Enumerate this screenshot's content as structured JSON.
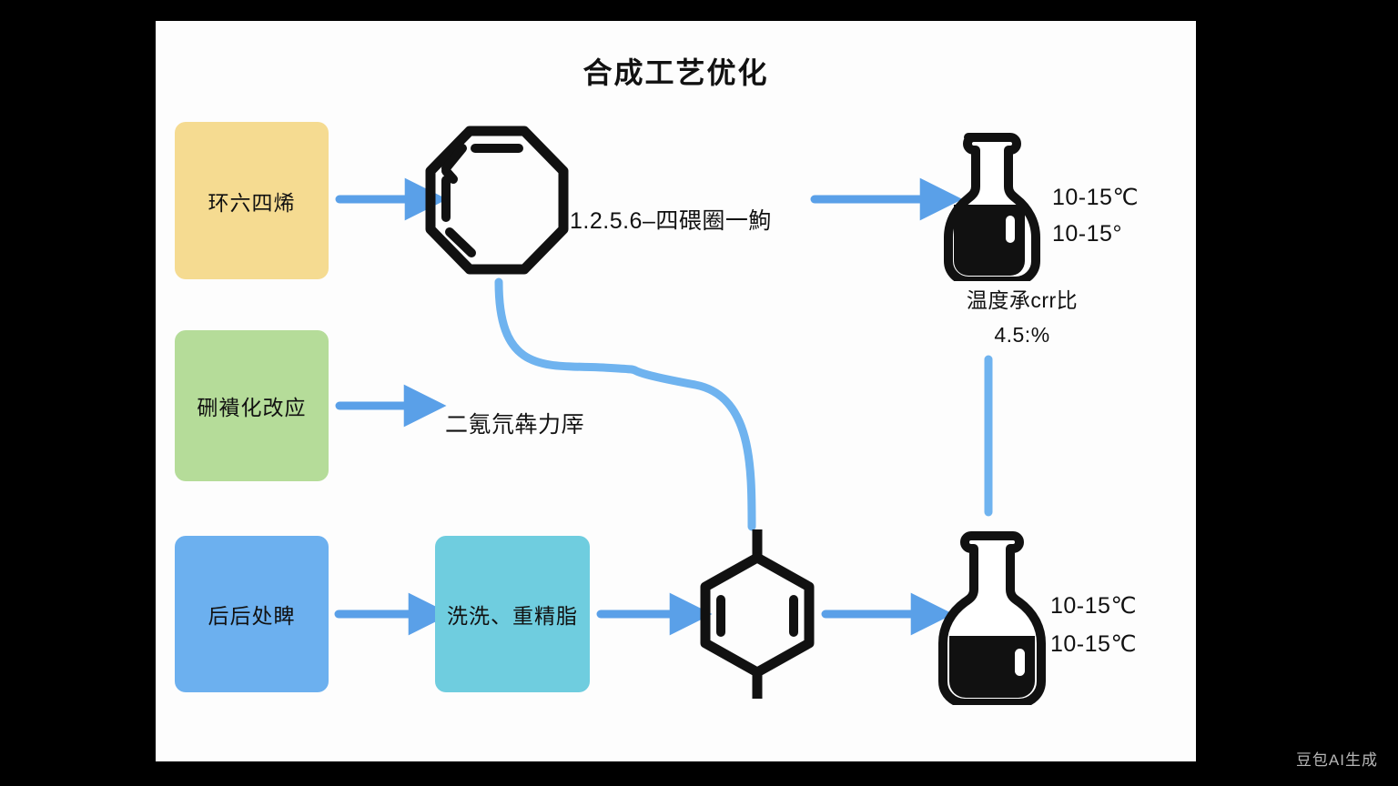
{
  "header": {
    "title": "合成工艺优化"
  },
  "colors": {
    "canvas": "#fdfdfd",
    "arrow_blue": "#5aa0e8",
    "connector_blue": "#6fb3ef",
    "box_raw": "#f5db91",
    "box_reaction": "#b5dc99",
    "box_postprocess": "#6cb0ef",
    "box_purify": "#6fcddf",
    "ink": "#111111",
    "watermark": "#cfcfcf"
  },
  "boxes": [
    {
      "id": "raw-material",
      "label": "环六四烯",
      "color": "#f5db91"
    },
    {
      "id": "reaction",
      "label": "硎䙡化改应",
      "color": "#b5dc99"
    },
    {
      "id": "post-process",
      "label": "后后处睥",
      "color": "#6cb0ef"
    },
    {
      "id": "purification",
      "label": "洗洗、重精脂",
      "color": "#6fcddf"
    }
  ],
  "labels": {
    "product_name": "1.2.5.6–四碨圈一鮈",
    "solvent_name": "二氪氘犇力厗",
    "top_right_conditions": [
      "10-15℃",
      "10-15°"
    ],
    "yield_caption": [
      "温度承crr比",
      "4.5:%"
    ],
    "bottom_right_conditions": [
      "10-15℃",
      "10-15℃"
    ]
  },
  "icons": {
    "molecule_top": "octagon-ring-molecule-icon",
    "molecule_bottom": "hexagon-ring-molecule-icon",
    "flask_top": "erlenmeyer-flask-icon",
    "flask_bottom": "round-bottom-flask-icon"
  },
  "arrows": [
    {
      "id": "arrow-raw-to-molecule",
      "from": "raw-material",
      "to": "molecule_top"
    },
    {
      "id": "arrow-molecule-to-flask",
      "from": "product_name",
      "to": "flask_top"
    },
    {
      "id": "arrow-reaction-to-solvent",
      "from": "reaction",
      "to": "solvent_name"
    },
    {
      "id": "arrow-post-to-purify",
      "from": "post-process",
      "to": "purification"
    },
    {
      "id": "arrow-purify-to-molecule",
      "from": "purification",
      "to": "molecule_bottom"
    },
    {
      "id": "arrow-molecule-to-flask-bottom",
      "from": "molecule_bottom",
      "to": "flask_bottom"
    }
  ],
  "connectors": [
    {
      "id": "curve-top-molecule-to-bottom-molecule",
      "type": "s-curve"
    },
    {
      "id": "line-flask-bottom-to-flask-top",
      "type": "vertical"
    }
  ],
  "watermark": {
    "text": "豆包AI生成"
  }
}
